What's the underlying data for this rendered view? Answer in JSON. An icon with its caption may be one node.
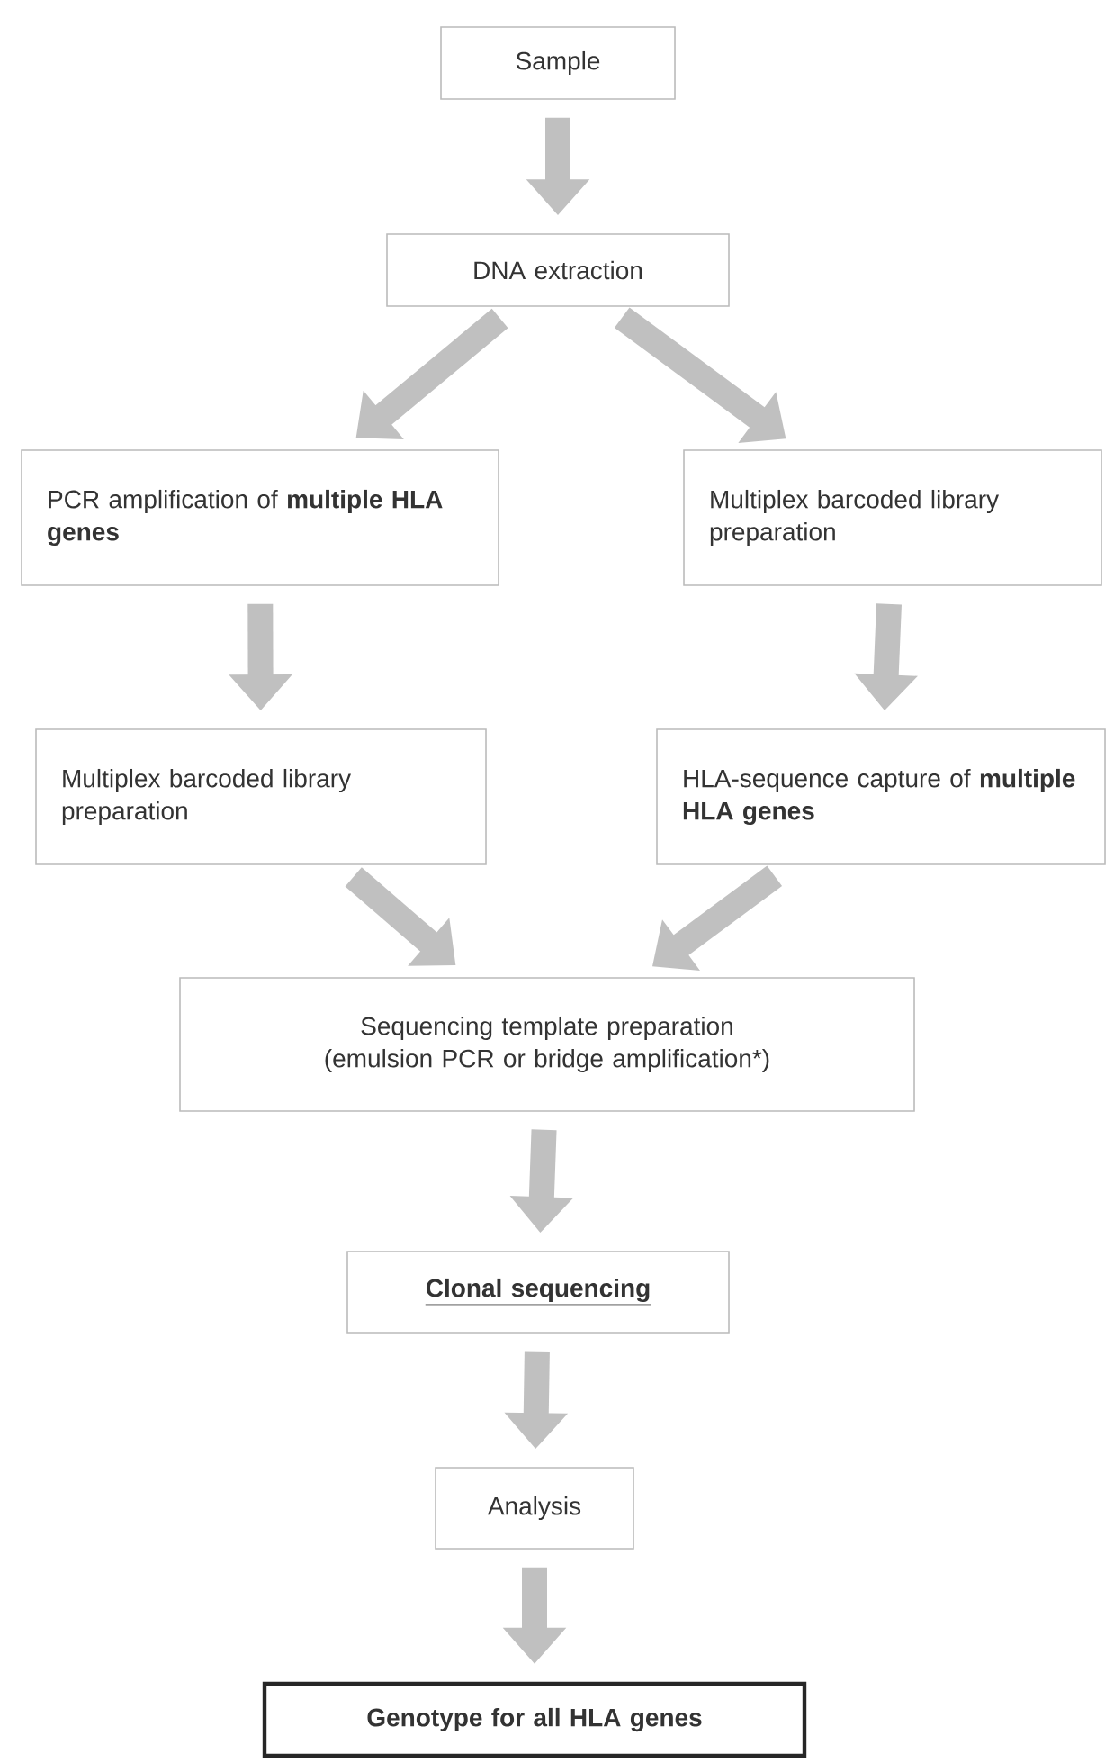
{
  "diagram": {
    "nodes": [
      {
        "text": [
          "Sample"
        ]
      },
      {
        "text": [
          "DNA extraction"
        ]
      },
      {
        "text": [
          "PCR amplification of **multiple HLA genes**"
        ]
      },
      {
        "text": [
          "Multiplex barcoded library preparation"
        ]
      },
      {
        "text": [
          "Multiplex barcoded library preparation"
        ]
      },
      {
        "text": [
          "HLA-sequence capture of **multiple HLA genes**"
        ]
      },
      {
        "text": [
          "Sequencing template preparation (emulsion PCR or bridge amplification*)"
        ]
      },
      {
        "text": [
          "Clonal sequencing"
        ]
      },
      {
        "text": [
          "Analysis"
        ]
      },
      {
        "text": [
          "Genotype for all HLA genes"
        ]
      }
    ],
    "edges": [
      {
        "from": 0,
        "to": 1,
        "arrow": "to"
      },
      {
        "from": 1,
        "to": 2,
        "arrow": "to"
      },
      {
        "from": 1,
        "to": 3,
        "arrow": "to"
      },
      {
        "from": 2,
        "to": 4,
        "arrow": "to"
      },
      {
        "from": 3,
        "to": 5,
        "arrow": "to"
      },
      {
        "from": 4,
        "to": 6,
        "arrow": "to"
      },
      {
        "from": 5,
        "to": 6,
        "arrow": "to"
      },
      {
        "from": 6,
        "to": 7,
        "arrow": "to"
      },
      {
        "from": 7,
        "to": 8,
        "arrow": "to"
      },
      {
        "from": 8,
        "to": 9,
        "arrow": "to"
      }
    ]
  }
}
